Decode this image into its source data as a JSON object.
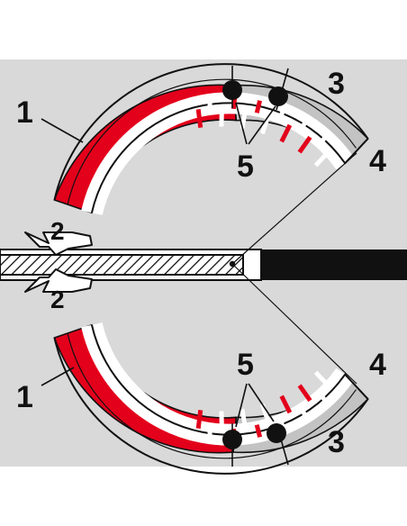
{
  "colors": {
    "background": "#ffffff",
    "panel": "#d9d9d9",
    "red": "#e3001b",
    "gray_segment": "#c3c3c3",
    "outline": "#111111",
    "white": "#ffffff"
  },
  "labels": {
    "top": {
      "arc": "1",
      "arrow": "2",
      "segments": "3",
      "end": "4",
      "dots": "5"
    },
    "bottom": {
      "arc": "1",
      "arrow": "2",
      "segments": "3",
      "end": "4",
      "dots": "5"
    }
  }
}
